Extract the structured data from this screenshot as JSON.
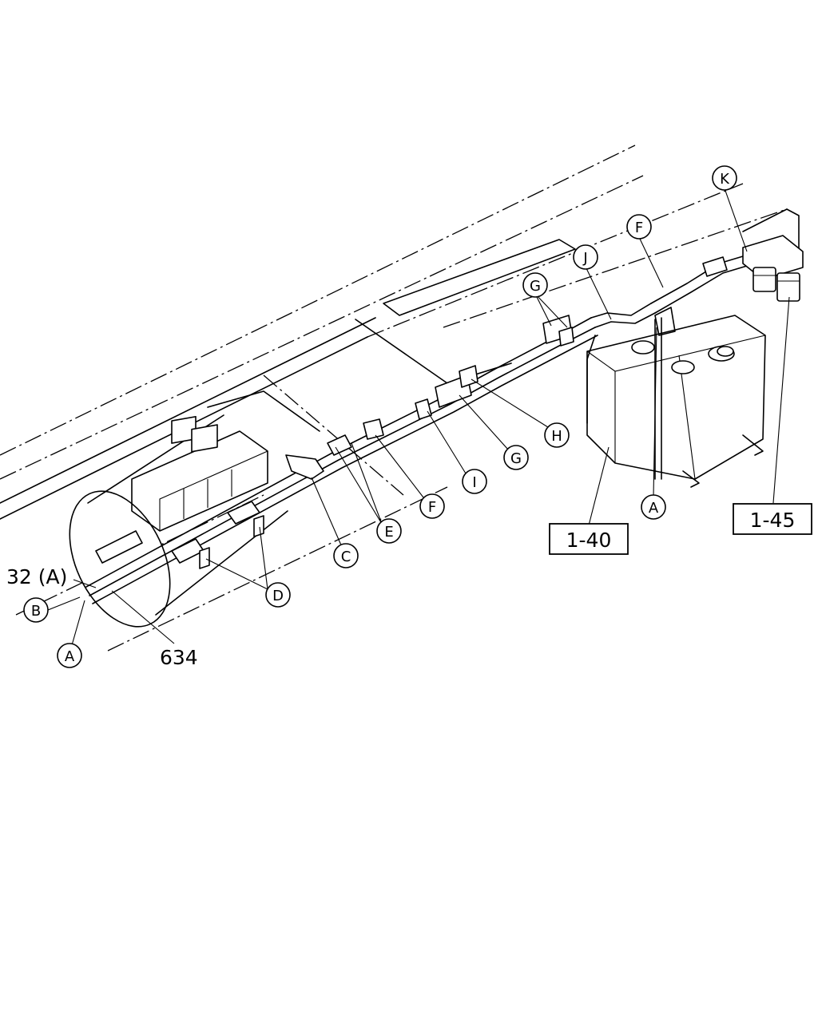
{
  "diagram": {
    "callouts": [
      "A",
      "B",
      "C",
      "D",
      "E",
      "F",
      "G",
      "H",
      "I",
      "J",
      "K"
    ],
    "part_numbers": {
      "left_pipe": "32 (A)",
      "center_pipe": "634"
    },
    "section_refs": {
      "tank": "1-40",
      "filter": "1-45"
    }
  }
}
